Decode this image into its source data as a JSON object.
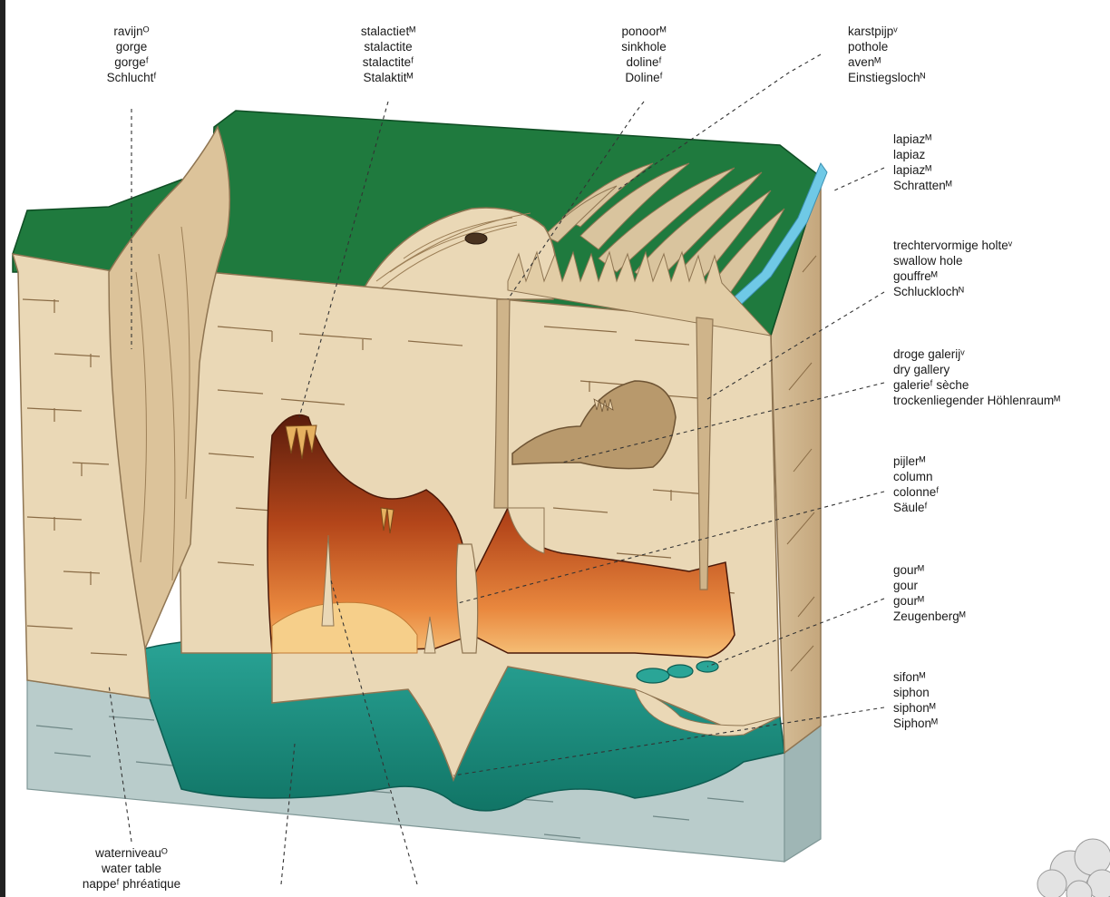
{
  "labels": {
    "gorge": [
      "ravijnᴼ",
      "gorge",
      "gorgeᶠ",
      "Schluchtᶠ"
    ],
    "stalactite": [
      "stalactietᴹ",
      "stalactite",
      "stalactiteᶠ",
      "Stalaktitᴹ"
    ],
    "sinkhole": [
      "ponoorᴹ",
      "sinkhole",
      "dolineᶠ",
      "Dolineᶠ"
    ],
    "pothole": [
      "karstpijpᵛ",
      "pothole",
      "avenᴹ",
      "Einstiegslochᴺ"
    ],
    "lapiaz": [
      "lapiazᴹ",
      "lapiaz",
      "lapiazᴹ",
      "Schrattenᴹ"
    ],
    "swallow_hole": [
      "trechtervormige holteᵛ",
      "swallow hole",
      "gouffreᴹ",
      "Schlucklochᴺ"
    ],
    "dry_gallery": [
      "droge galerijᵛ",
      "dry gallery",
      "galerieᶠ sèche",
      "trockenliegender Höhlenraumᴹ"
    ],
    "column": [
      "pijlerᴹ",
      "column",
      "colonneᶠ",
      "Säuleᶠ"
    ],
    "gour": [
      "gourᴹ",
      "gour",
      "gourᴹ",
      "Zeugenbergᴹ"
    ],
    "siphon": [
      "sifonᴹ",
      "siphon",
      "siphonᴹ",
      "Siphonᴹ"
    ],
    "water_table": [
      "waterniveauᴼ",
      "water table",
      "nappeᶠ phréatique"
    ]
  },
  "colors": {
    "grass": "#1f7a3e",
    "grass_dark": "#155c2d",
    "rock": "#ead8b6",
    "rock_edge": "#b79a72",
    "rock_dark": "#c9b08a",
    "cave_dark": "#7a2b12",
    "cave_mid": "#c2561e",
    "cave_light": "#f0a25c",
    "water": "#1f8f82",
    "water_light": "#3ab0a0",
    "groundwater": "#b9cccb",
    "river": "#6fc9e6"
  }
}
